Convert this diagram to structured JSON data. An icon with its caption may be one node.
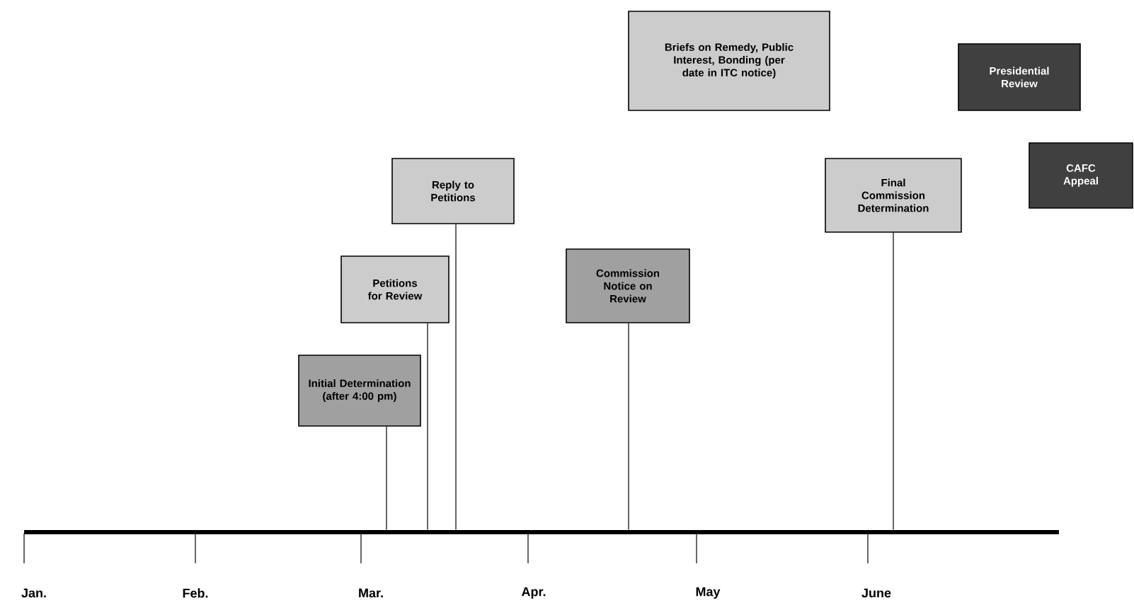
{
  "diagram": {
    "nodes": [
      {
        "text": [
          "Briefs on Remedy, Public Interest, Bonding (per date in ITC notice)"
        ]
      },
      {
        "text": [
          "Presidential Review"
        ]
      },
      {
        "text": [
          "Reply to Petitions"
        ]
      },
      {
        "text": [
          "CAFC Appeal"
        ]
      },
      {
        "text": [
          "Final Commission Determination"
        ]
      },
      {
        "text": [
          "Petitions for Review"
        ]
      },
      {
        "text": [
          "Commission Notice on Review"
        ]
      },
      {
        "text": [
          "Initial Determination (after 4:00 pm)"
        ]
      },
      {
        "text": [],
        "shape": "bar"
      }
    ],
    "edges": [
      {
        "from": 2,
        "to": 8,
        "arrow": "none"
      },
      {
        "from": 4,
        "to": 8,
        "arrow": "none"
      },
      {
        "from": 5,
        "to": 8,
        "arrow": "none"
      },
      {
        "from": 6,
        "to": 8,
        "arrow": "none"
      },
      {
        "from": 7,
        "to": 8,
        "arrow": "none"
      }
    ],
    "labels": [
      "Jan.",
      "Feb.",
      "Mar.",
      "Apr.",
      "May",
      "June"
    ]
  }
}
